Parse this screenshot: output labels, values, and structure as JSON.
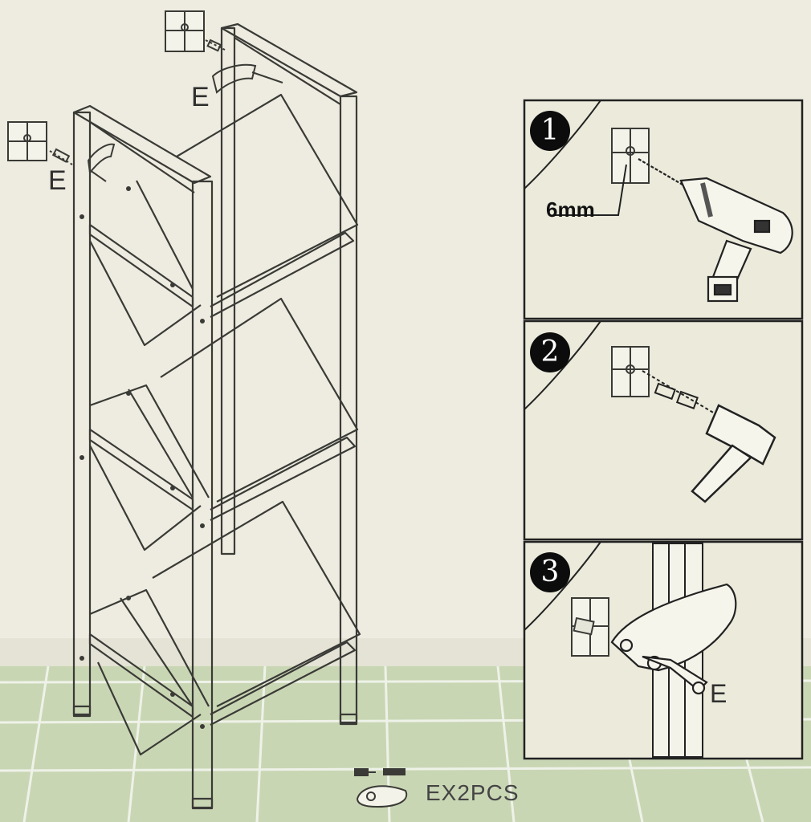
{
  "colors": {
    "wall": "#eeece0",
    "floor": "#c9d6b4",
    "floor_line": "#ffffff",
    "stroke": "#3a3a36",
    "panel_bg": "#ebeadb",
    "panel_border": "#222222",
    "badge": "#0c0c0c"
  },
  "main": {
    "hardware_label_left": "E",
    "hardware_label_top": "E"
  },
  "steps": [
    {
      "number": "1",
      "tool_icon": "drill-icon",
      "measure_label": "6mm"
    },
    {
      "number": "2",
      "tool_icon": "hammer-icon"
    },
    {
      "number": "3",
      "tool_icon": "bracket-icon",
      "part_label": "E"
    }
  ],
  "parts": {
    "label": "EX2PCS"
  }
}
